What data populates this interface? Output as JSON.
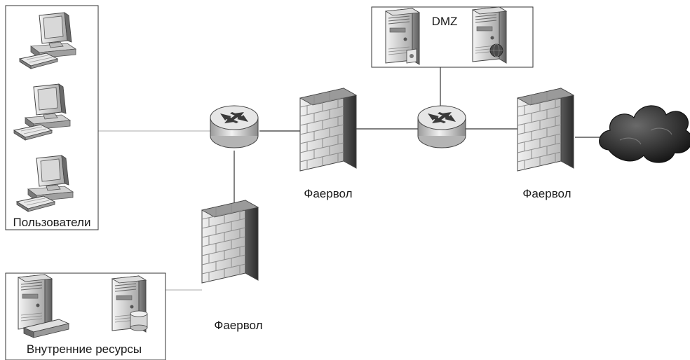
{
  "groups": {
    "users": {
      "label": "Пользователи"
    },
    "internal": {
      "label": "Внутренние ресурсы"
    },
    "dmz": {
      "label": "DMZ"
    }
  },
  "firewalls": {
    "left": {
      "label": "Фаервол"
    },
    "middle": {
      "label": "Фаервол"
    },
    "right": {
      "label": "Фаервол"
    }
  },
  "icons": {
    "workstation": "workstation-icon",
    "server": "server-icon",
    "router": "router-icon",
    "firewall": "firewall-icon",
    "cloud": "internet-cloud-icon"
  },
  "colors": {
    "line": "#333333",
    "device_light": "#e4e4e4",
    "device_dark": "#8a8a8a",
    "cloud": "#2a2a2a"
  }
}
